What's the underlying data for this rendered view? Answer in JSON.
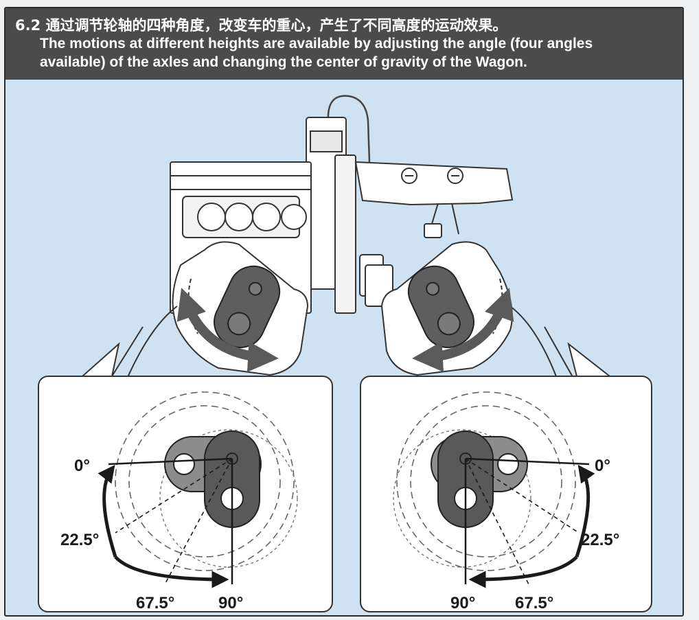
{
  "header": {
    "title_cn": "6.2 通过调节轮轴的四种角度，改变车的重心，产生了不同高度的运动效果。",
    "title_en_line1": "The motions at different heights are available by adjusting the angle (four angles",
    "title_en_line2": "available) of the axles and changing the center of gravity of the Wagon."
  },
  "left_detail": {
    "angle_0": "0°",
    "angle_22_5": "22.5°",
    "angle_67_5": "67.5°",
    "angle_90": "90°"
  },
  "right_detail": {
    "angle_0": "0°",
    "angle_22_5": "22.5°",
    "angle_67_5": "67.5°",
    "angle_90": "90°"
  },
  "colors": {
    "header_bg": "#4b4b4b",
    "panel_bg": "#cfe2f2",
    "hub_dark": "#595959",
    "hub_light": "#8c8c8c"
  }
}
